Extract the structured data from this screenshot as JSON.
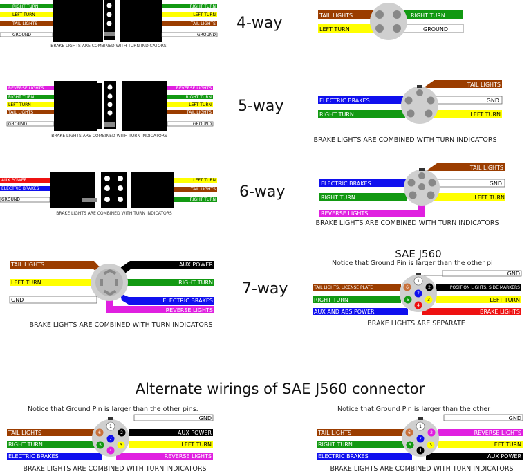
{
  "titles": {
    "way4": "4-way",
    "way5": "5-way",
    "way6": "6-way",
    "way7": "7-way",
    "sae_title": "SAE J560",
    "alternate_title": "Alternate wirings of SAE J560 connector"
  },
  "notes": {
    "combined": "BRAKE LIGHTS ARE COMBINED WITH TURN INDICATORS",
    "combined_spaced": "BRAKE LIGHTS ARE COMBINED WITH TURN INDICATORS",
    "combined_alt": "BRAKE LIGHTS ARE COMBINED WITH TURN INDICATORS",
    "separate": "BRAKE LIGHTS ARE SEPARATE",
    "ground_pin": "Notice that Ground Pin is larger than the other pins.",
    "ground_pin_cut": "Notice that Ground Pin is larger than the other pi",
    "ground_pin_cut2": "Notice that Ground Pin is larger than the other"
  },
  "labels": {
    "right_turn": "RIGHT TURN",
    "left_turn": "LEFT TURN",
    "tail_lights": "TAIL LIGHTS",
    "ground": "GROUND",
    "gnd": "GND",
    "reverse_lights": "REVERSE LIGHTS",
    "aux_power": "AUX POWER",
    "electric_brakes": "ELECTRIC BRAKES",
    "tail_license": "TAIL LIGHTS, LICENSE PLATE",
    "position_side": "POSITION LIGHTS, SIDE MARKERS",
    "brake_lights": "BRAKE LIGHTS",
    "aux_abs": "AUX AND ABS POWER"
  },
  "pins": [
    "1",
    "2",
    "3",
    "4",
    "5",
    "6",
    "7"
  ],
  "colors": {
    "brown": "#9b3d00",
    "yellow": "#ffff00",
    "green": "#129912",
    "blue": "#1010ee",
    "magenta": "#e020e0",
    "black": "#000000",
    "white": "#ffffff",
    "red": "#ee1111",
    "connector": "#cfcfcf"
  }
}
